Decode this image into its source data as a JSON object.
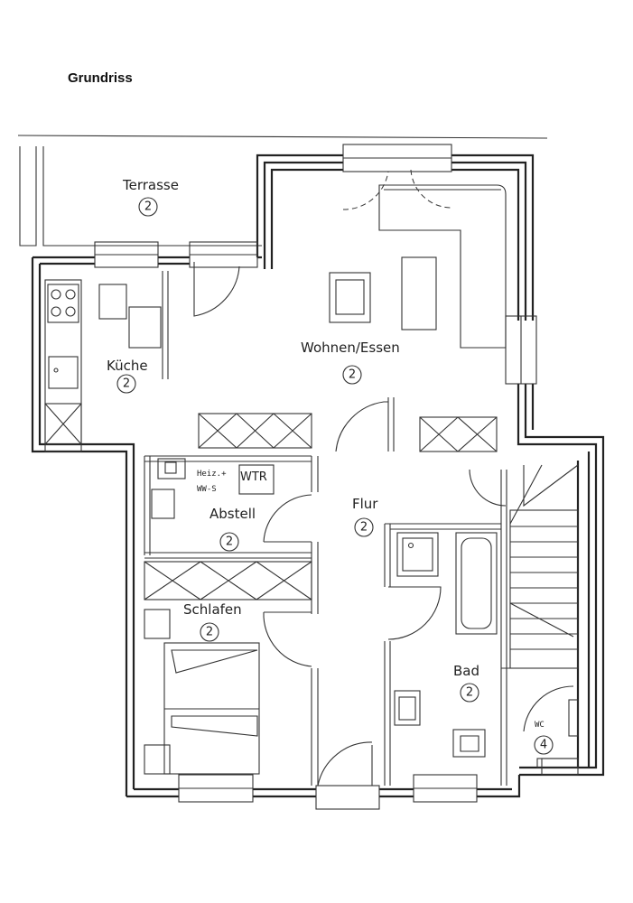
{
  "title": "Grundriss",
  "rooms": {
    "terrasse": {
      "name": "Terrasse",
      "num": "2"
    },
    "kueche": {
      "name": "Küche",
      "num": "2"
    },
    "wohnen": {
      "name": "Wohnen/Essen",
      "num": "2"
    },
    "abstell": {
      "name": "Abstell",
      "num": "2"
    },
    "flur": {
      "name": "Flur",
      "num": "2"
    },
    "schlafen": {
      "name": "Schlafen",
      "num": "2"
    },
    "bad": {
      "name": "Bad",
      "num": "2"
    },
    "wc": {
      "name": "WC",
      "num": "4"
    }
  },
  "fixtures": {
    "heiz": "Heiz.+",
    "ww": "WW-S",
    "wtr": "WTR"
  }
}
